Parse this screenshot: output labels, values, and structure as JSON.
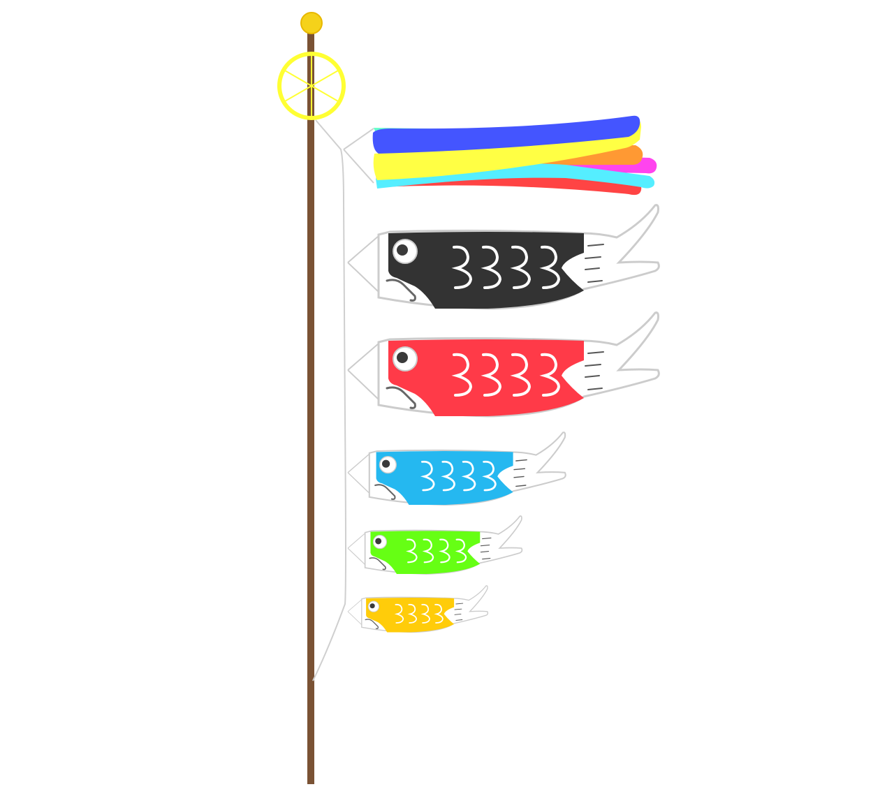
{
  "scene": {
    "subject": "koinobori",
    "background_color": "#ffffff"
  },
  "pole": {
    "color": "#7a5234",
    "finial_color": "#f5d21a",
    "wheel_color": "#ffff33",
    "rope_color": "#cfcfcf"
  },
  "fukinagashi": {
    "streamer_colors": [
      "#4455ff",
      "#ffff44",
      "#ff9933",
      "#ff44ee",
      "#55eeff",
      "#ff4444",
      "#66ffcc"
    ]
  },
  "carps": [
    {
      "id": "black-carp",
      "color": "#333333",
      "eye_color": "#3a3a3a"
    },
    {
      "id": "red-carp",
      "color": "#ff3a48",
      "eye_color": "#3a3a3a"
    },
    {
      "id": "blue-carp",
      "color": "#25b8f0",
      "eye_color": "#3a3a3a"
    },
    {
      "id": "green-carp",
      "color": "#66ff14",
      "eye_color": "#3a3a3a"
    },
    {
      "id": "yellow-carp",
      "color": "#ffcc0a",
      "eye_color": "#3a3a3a"
    }
  ]
}
